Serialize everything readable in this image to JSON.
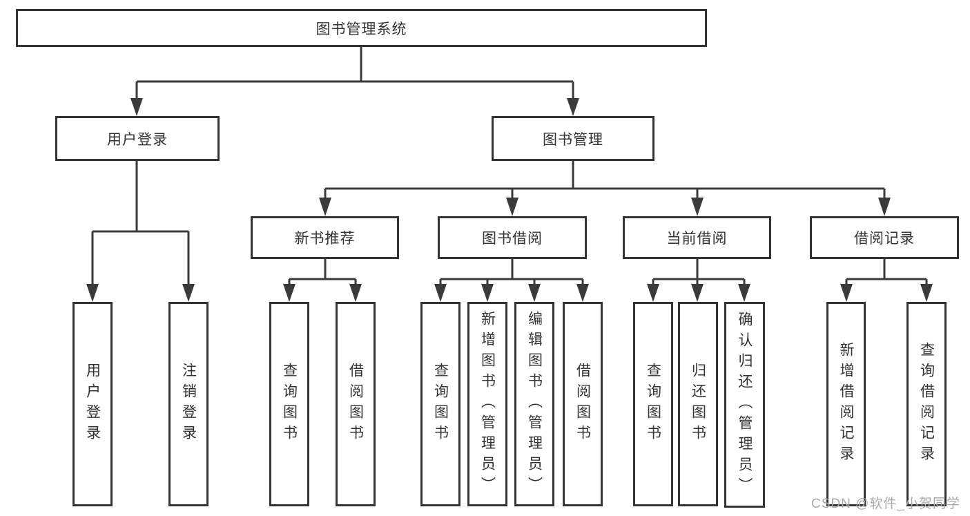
{
  "tree": {
    "label": "图书管理系统",
    "children": [
      {
        "label": "用户登录",
        "children": [
          {
            "label": "用户登录"
          },
          {
            "label": "注销登录"
          }
        ]
      },
      {
        "label": "图书管理",
        "children": [
          {
            "label": "新书推荐",
            "children": [
              {
                "label": "查询图书"
              },
              {
                "label": "借阅图书"
              }
            ]
          },
          {
            "label": "图书借阅",
            "children": [
              {
                "label": "查询图书"
              },
              {
                "label": "新增图书（管理员）"
              },
              {
                "label": "编辑图书（管理员）"
              },
              {
                "label": "借阅图书"
              }
            ]
          },
          {
            "label": "当前借阅",
            "children": [
              {
                "label": "查询图书"
              },
              {
                "label": "归还图书"
              },
              {
                "label": "确认归还（管理员）"
              }
            ]
          },
          {
            "label": "借阅记录",
            "children": [
              {
                "label": "新增借阅记录"
              },
              {
                "label": "查询借阅记录"
              }
            ]
          }
        ]
      }
    ]
  },
  "watermark": {
    "text": "CSDN @软件_小贺同学"
  },
  "colors": {
    "line": "#3a3a3a",
    "border": "#333333",
    "text": "#333333",
    "watermark": "#a9a9a9",
    "background": "#ffffff"
  }
}
